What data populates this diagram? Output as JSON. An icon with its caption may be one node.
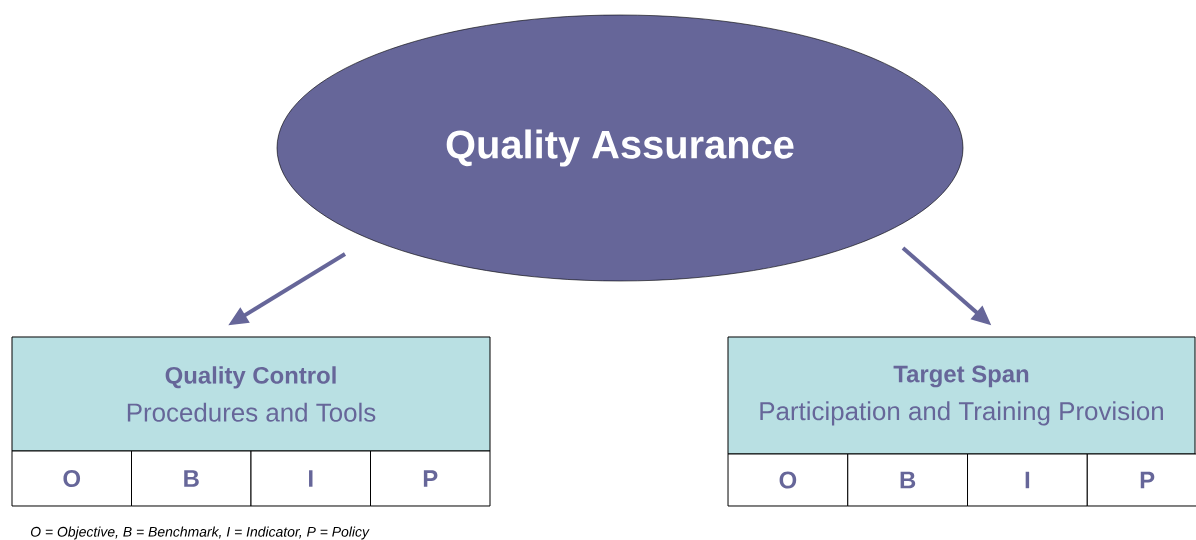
{
  "diagram": {
    "nodes": [
      {
        "text": [
          "Quality Assurance"
        ]
      },
      {
        "text": [
          "Quality Control",
          "Procedures and Tools"
        ]
      },
      {
        "text": [
          "O"
        ]
      },
      {
        "text": [
          "B"
        ]
      },
      {
        "text": [
          "I"
        ]
      },
      {
        "text": [
          "P"
        ]
      },
      {
        "text": [
          "Target Span",
          "Participation and Training Provision"
        ]
      },
      {
        "text": [
          "O"
        ]
      },
      {
        "text": [
          "B"
        ]
      },
      {
        "text": [
          "I"
        ]
      },
      {
        "text": [
          "P"
        ]
      }
    ],
    "edges": [
      {
        "from": 0,
        "to": 1,
        "arrow": "to"
      },
      {
        "from": 0,
        "to": 6,
        "arrow": "to"
      }
    ],
    "labels": [
      "O = Objective, B = Benchmark, I = Indicator, P = Policy"
    ]
  }
}
